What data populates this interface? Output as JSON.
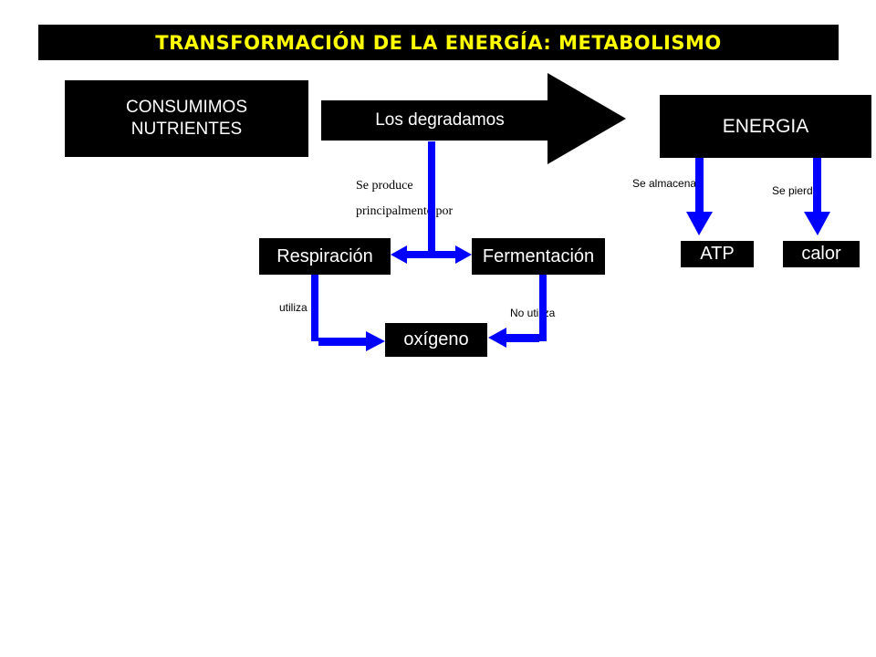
{
  "title": "TRANSFORMACIÓN DE LA ENERGÍA: METABOLISMO",
  "nodes": {
    "consumimos": {
      "line1": "CONSUMIMOS",
      "line2": "NUTRIENTES"
    },
    "degradamos": "Los degradamos",
    "energia": "ENERGIA",
    "respiracion": "Respiración",
    "fermentacion": "Fermentación",
    "atp": "ATP",
    "calor": "calor",
    "oxigeno": "oxígeno"
  },
  "edge_labels": {
    "se_produce": "Se produce",
    "principalmente_por": "principalmente por",
    "se_almacena": "Se almacena",
    "se_pierde": "Se pierde",
    "utiliza": "utiliza",
    "no_utiliza": "No utiliza"
  },
  "colors": {
    "box": "#000000",
    "box_text": "#ffffff",
    "title_text": "#ffff00",
    "connector": "#0000ff"
  }
}
